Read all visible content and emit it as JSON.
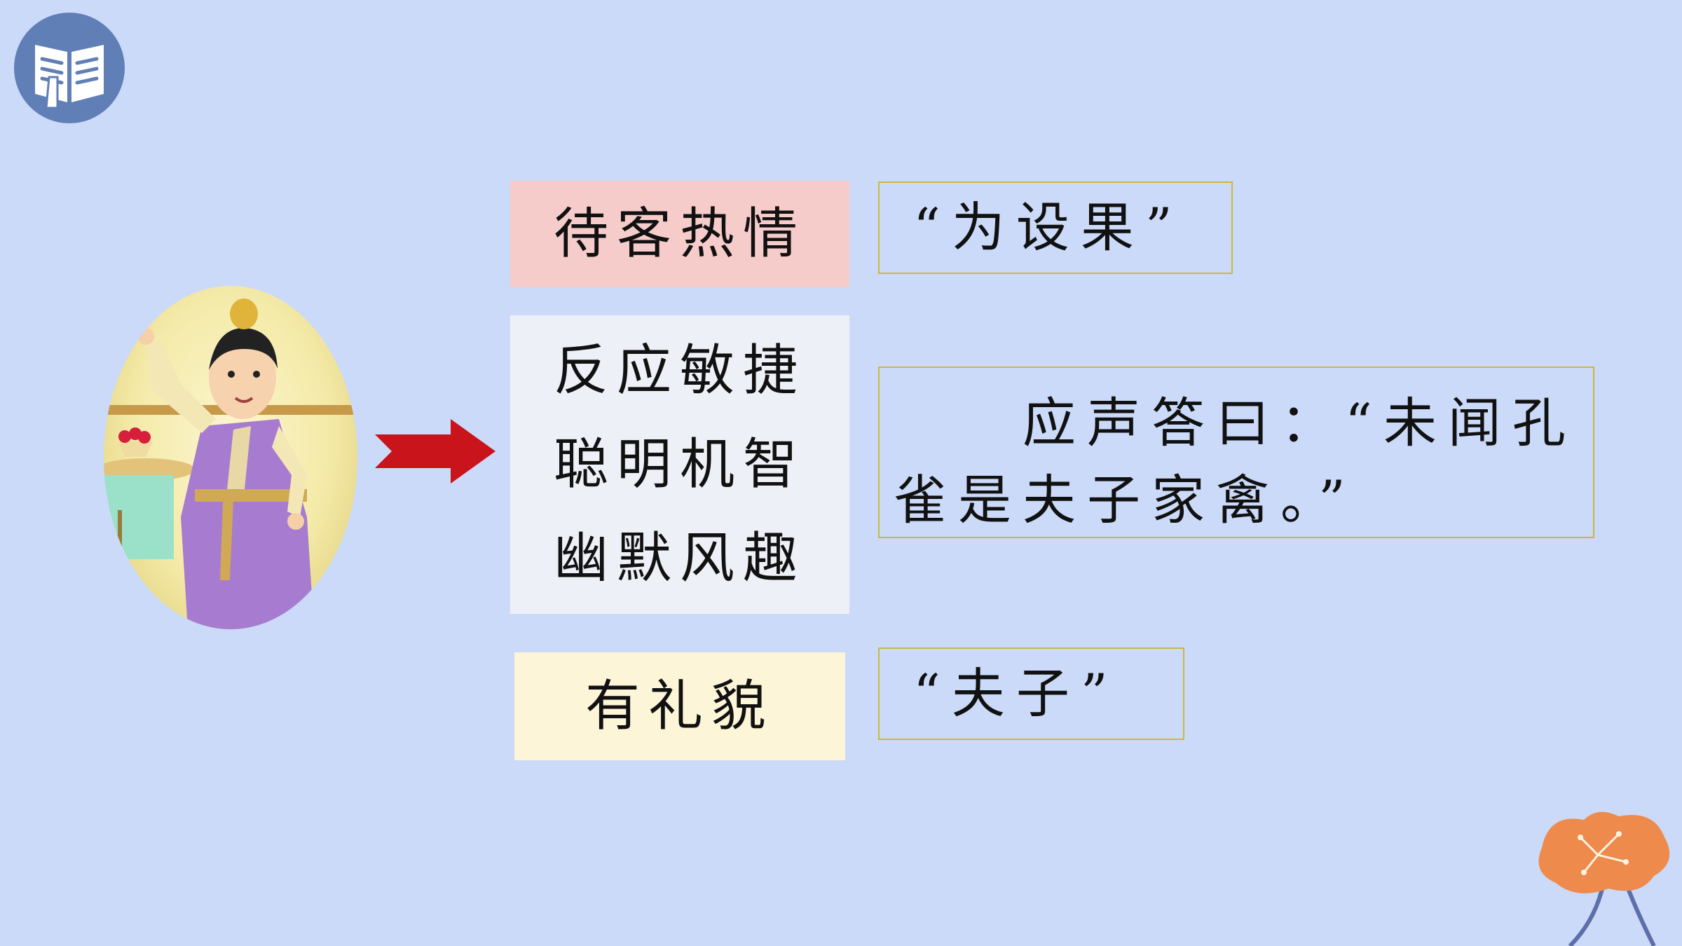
{
  "traits": [
    {
      "label": "待客热情",
      "bg": "#f6cccb"
    },
    {
      "lines": [
        "反应敏捷",
        "聪明机智",
        "幽默风趣"
      ],
      "bg": "#eef0f7"
    },
    {
      "label": "有礼貌",
      "bg": "#fdf5d8"
    }
  ],
  "quotes": [
    "“为设果”",
    "　　应声答曰：“未闻孔雀是夫子家禽。”",
    "“夫子”"
  ],
  "colors": {
    "background": "#cbdaf8",
    "arrow": "#c8141a",
    "quote_border": "#c9ba3a"
  },
  "icons": {
    "badge": "open-book-icon",
    "arrow": "arrow-right-icon",
    "flower": "flower-decoration-icon"
  }
}
